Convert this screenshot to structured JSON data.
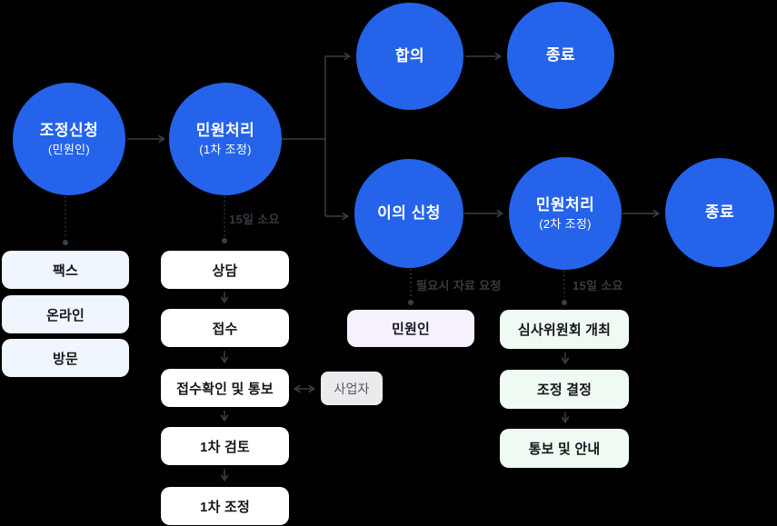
{
  "palette": {
    "background": "#000000",
    "circle_fill": "#2563eb",
    "circle_text": "#ffffff",
    "connector_line": "#3a3e45",
    "annotation_text": "#363a41",
    "box_text": "#15171c",
    "channel_box_fill": "#f0f6fd",
    "step_box_fill": "#ffffff",
    "business_box_fill": "#ebebee",
    "business_box_text": "#54575e",
    "complainant_box_fill": "#f6f1fc",
    "committee_box_fill": "#effaf3"
  },
  "circles": {
    "apply": {
      "label": "조정신청",
      "sublabel": "(민원인)"
    },
    "process1": {
      "label": "민원처리",
      "sublabel": "(1차 조정)"
    },
    "agree": {
      "label": "합의"
    },
    "end1": {
      "label": "종료"
    },
    "objection": {
      "label": "이의 신청"
    },
    "process2": {
      "label": "민원처리",
      "sublabel": "(2차 조정)"
    },
    "end2": {
      "label": "종료"
    }
  },
  "apply_channels": [
    "팩스",
    "온라인",
    "방문"
  ],
  "first_mediation_steps": [
    "상담",
    "접수",
    "접수확인 및 통보",
    "1차 검토",
    "1차 조정"
  ],
  "side_boxes": {
    "business": "사업자",
    "complainant": "민원인"
  },
  "second_mediation_steps": [
    "심사위원회 개최",
    "조정 결정",
    "통보 및 안내"
  ],
  "annotations": {
    "first_duration": "15일 소요",
    "data_request": "필요시 자료 요청",
    "second_duration": "15일 소요"
  }
}
